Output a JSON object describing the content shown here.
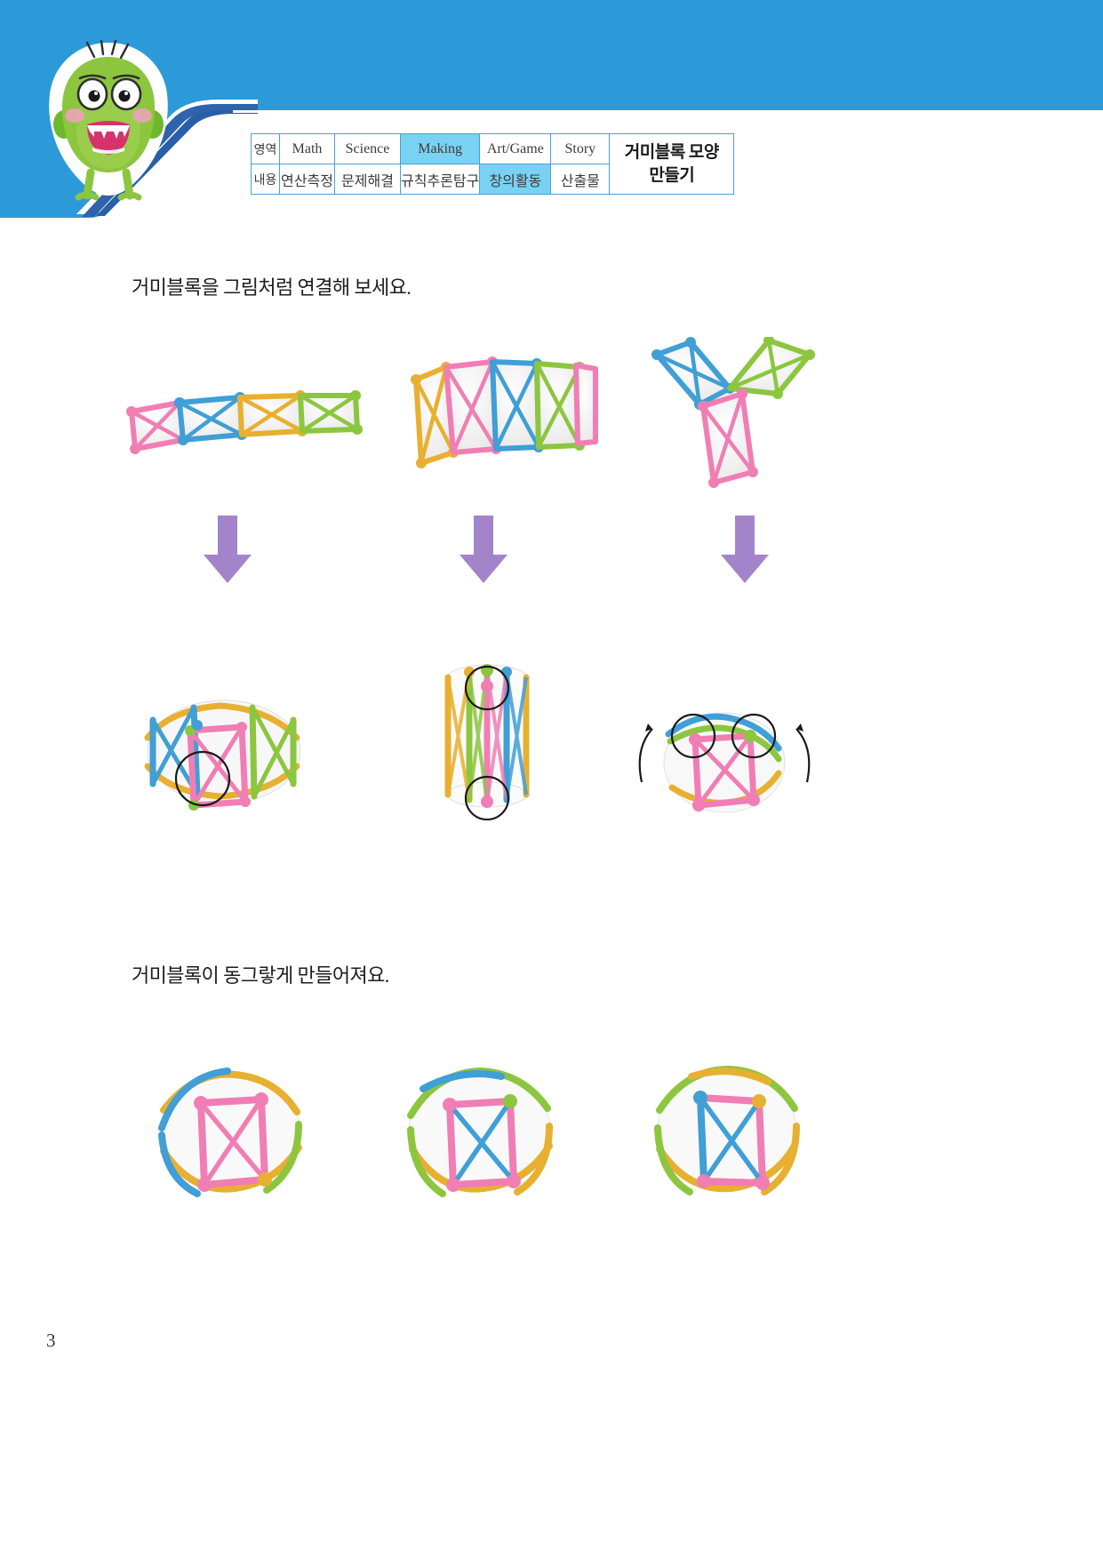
{
  "page": {
    "number": "3",
    "background": "#ffffff",
    "banner_color": "#2c9ad8",
    "accent_color": "#4a9fd8",
    "highlight_color": "#79d2f2"
  },
  "header": {
    "mascot_name": "green-monster-mascot",
    "swoosh_name": "blue-corner-swoosh"
  },
  "topic_table": {
    "rows": [
      {
        "label": "영역",
        "cells": [
          {
            "text": "Math",
            "highlighted": false
          },
          {
            "text": "Science",
            "highlighted": false
          },
          {
            "text": "Making",
            "highlighted": true
          },
          {
            "text": "Art/Game",
            "highlighted": false
          },
          {
            "text": "Story",
            "highlighted": false
          }
        ]
      },
      {
        "label": "내용",
        "cells": [
          {
            "text": "연산측정",
            "highlighted": false
          },
          {
            "text": "문제해결",
            "highlighted": false
          },
          {
            "text": "규칙추론탐구",
            "highlighted": false
          },
          {
            "text": "창의활동",
            "highlighted": true
          },
          {
            "text": "산출물",
            "highlighted": false
          }
        ]
      }
    ],
    "title_line1": "거미블록 모양",
    "title_line2": "만들기"
  },
  "sections": [
    {
      "heading": "거미블록을 그림처럼 연결해 보세요."
    },
    {
      "heading": "거미블록이 동그랗게 만들어져요."
    }
  ],
  "figures": {
    "chain_row": [
      {
        "name": "chain-flat-four-panel",
        "caption": ""
      },
      {
        "name": "chain-upright-four-panel",
        "caption": ""
      },
      {
        "name": "chain-y-branch-three-panel",
        "caption": ""
      }
    ],
    "arrow_row": [
      {
        "name": "down-arrow-1",
        "color": "#a383c9"
      },
      {
        "name": "down-arrow-2",
        "color": "#a383c9"
      },
      {
        "name": "down-arrow-3",
        "color": "#a383c9"
      }
    ],
    "ring_row": [
      {
        "name": "ring-closed-band",
        "annotation": "join-circle"
      },
      {
        "name": "ring-tall-cylinder",
        "annotation": "join-circle"
      },
      {
        "name": "ring-folding-sphere",
        "annotation": "rotate-arrows"
      }
    ],
    "ball_row": [
      {
        "name": "finished-ball-1"
      },
      {
        "name": "finished-ball-2"
      },
      {
        "name": "finished-ball-3"
      }
    ]
  },
  "block_colors": {
    "pink": "#f07eb4",
    "blue": "#3f9fd6",
    "yellow": "#e8b030",
    "green": "#8cc63f",
    "panel": "#f2f2f2",
    "arrow": "#a383c9"
  }
}
